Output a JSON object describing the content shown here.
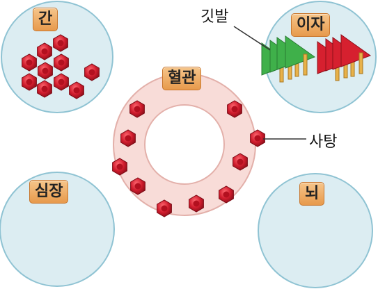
{
  "labels": {
    "liver": "간",
    "pancreas": "이자",
    "vessel": "혈관",
    "heart": "심장",
    "brain": "뇌"
  },
  "callouts": {
    "flag": "깃발",
    "sugar": "사탕"
  },
  "colors": {
    "organ_fill": "#dcedf2",
    "organ_border": "#8fc3d3",
    "vessel_fill": "#f8dcd8",
    "sugar_red": "#d11d2e",
    "flag_green": "#3fb04a",
    "flag_red": "#d6202f",
    "flag_pole": "#e8b24a",
    "tag_fill": "#efb06a"
  },
  "icons": {
    "sugar_shape": "hexagon",
    "flag_shape": "triangle-flag"
  }
}
